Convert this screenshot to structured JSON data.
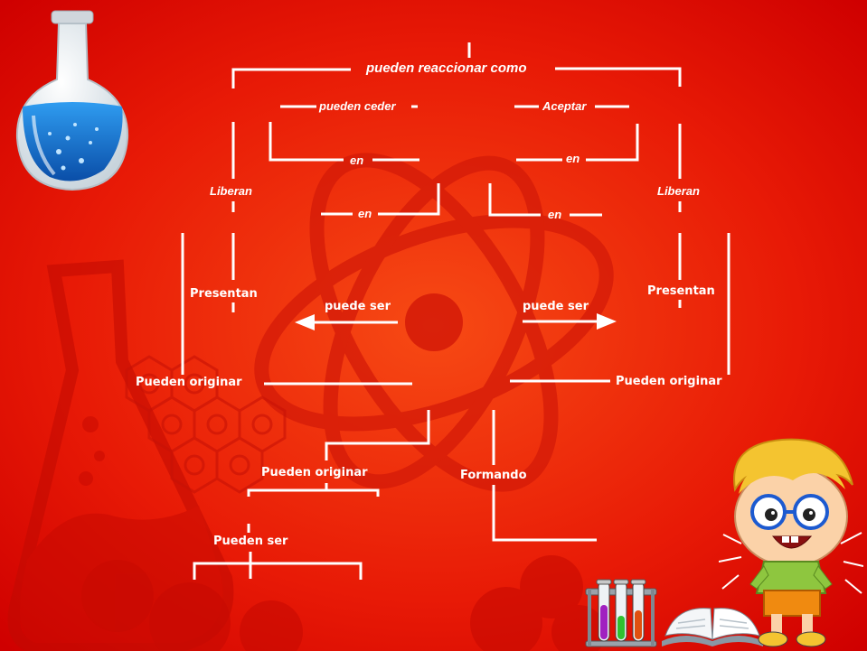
{
  "labels": {
    "pueden_reaccionar": "pueden reaccionar como",
    "pueden_ceder": "pueden ceder",
    "aceptar": "Aceptar",
    "en_1": "en",
    "en_2": "en",
    "en_3": "en",
    "en_4": "en",
    "liberan_left": "Liberan",
    "liberan_right": "Liberan",
    "presentan_left": "Presentan",
    "presentan_right": "Presentan",
    "puede_ser_left": "puede ser",
    "puede_ser_right": "puede ser",
    "pueden_originar_left": "Pueden originar",
    "pueden_originar_right": "Pueden originar",
    "pueden_originar_bottom": "Pueden originar",
    "formando": "Formando",
    "pueden_ser": "Pueden ser"
  },
  "colors": {
    "background_center": "#f43a10",
    "background_edge": "#d40000",
    "line": "#ffffff",
    "flask_liquid": "#1f7fd6"
  },
  "icons": [
    "round-flask-icon",
    "atom-icon",
    "test-tubes-icon",
    "open-book-icon",
    "scientist-boy-icon",
    "erlenmeyer-flask-icon",
    "hexagon-pattern-icon"
  ]
}
